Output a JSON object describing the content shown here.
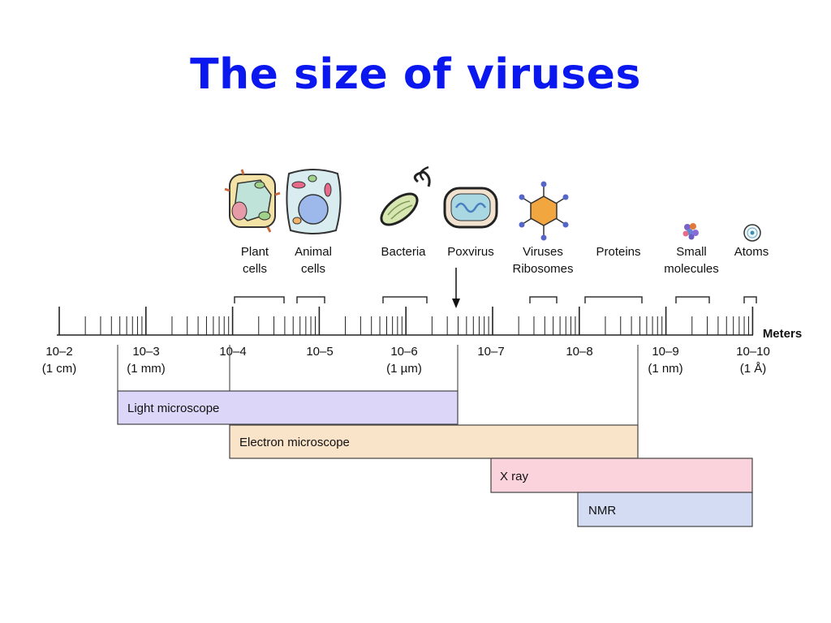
{
  "title": "The size of viruses",
  "scale": {
    "unit_label": "Meters",
    "ticks": [
      {
        "exp": "10–2",
        "unit": "(1 cm)"
      },
      {
        "exp": "10–3",
        "unit": "(1 mm)"
      },
      {
        "exp": "10–4",
        "unit": ""
      },
      {
        "exp": "10–5",
        "unit": ""
      },
      {
        "exp": "10–6",
        "unit": "(1 µm)"
      },
      {
        "exp": "10–7",
        "unit": ""
      },
      {
        "exp": "10–8",
        "unit": ""
      },
      {
        "exp": "10–9",
        "unit": "(1 nm)"
      },
      {
        "exp": "10–10",
        "unit": "(1 Å)"
      }
    ]
  },
  "objects": [
    {
      "line1": "Plant",
      "line2": "cells",
      "icon": "plant-cell-icon"
    },
    {
      "line1": "Animal",
      "line2": "cells",
      "icon": "animal-cell-icon"
    },
    {
      "line1": "Bacteria",
      "line2": "",
      "icon": "bacteria-icon"
    },
    {
      "line1": "Poxvirus",
      "line2": "",
      "icon": "poxvirus-icon"
    },
    {
      "line1": "Viruses",
      "line2": "Ribosomes",
      "icon": "virus-icon"
    },
    {
      "line1": "Proteins",
      "line2": "",
      "icon": ""
    },
    {
      "line1": "Small",
      "line2": "molecules",
      "icon": "molecule-icon"
    },
    {
      "line1": "Atoms",
      "line2": "",
      "icon": "atom-icon"
    }
  ],
  "techniques": [
    {
      "label": "Light microscope",
      "color": "#dcd7f8"
    },
    {
      "label": "Electron microscope",
      "color": "#f9e3c9"
    },
    {
      "label": "X ray",
      "color": "#fbd3dc"
    },
    {
      "label": "NMR",
      "color": "#d3dcf3"
    }
  ]
}
